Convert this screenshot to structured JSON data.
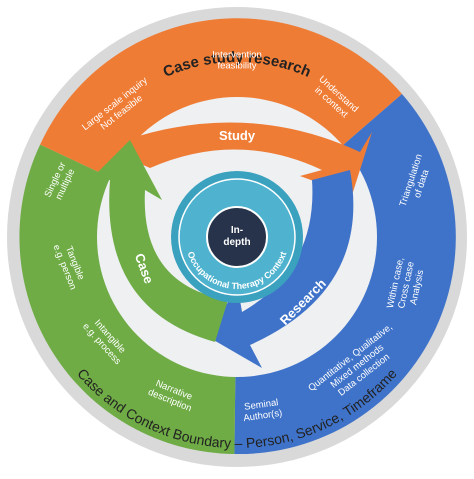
{
  "colors": {
    "outer": "#d9d9d9",
    "orange": "#ef7c35",
    "blue": "#3f73c9",
    "green": "#6fac46",
    "inner_gap": "#eef0f2",
    "ring_teal": "#3aa1be",
    "center": "#27334a"
  },
  "diagram": {
    "outer_title": "Case study research",
    "outer_bottom_label": "Case and Context Boundary – Person, Service, Timeframe",
    "segments": {
      "orange": [
        {
          "lines": [
            "Large scale inquiry",
            "Not feasible"
          ]
        },
        {
          "lines": [
            "Intervention",
            "feasibility"
          ]
        },
        {
          "lines": [
            "Understand",
            "in context"
          ]
        }
      ],
      "blue": [
        {
          "lines": [
            "Triangulation",
            "of data"
          ]
        },
        {
          "lines": [
            "Within case,",
            "Cross case",
            "Analysis"
          ]
        },
        {
          "lines": [
            "Quantitative, Qualitative,",
            "Mixed methods",
            "Data collection"
          ]
        },
        {
          "lines": [
            "Seminal",
            "Author(s)"
          ]
        }
      ],
      "green": [
        {
          "lines": [
            "Single or",
            "multiple"
          ]
        },
        {
          "lines": [
            "Tangible",
            "e.g. person"
          ]
        },
        {
          "lines": [
            "Intangible",
            "e.g. process"
          ]
        },
        {
          "lines": [
            "Narrative",
            "description"
          ]
        }
      ]
    },
    "arrows": {
      "study": "Study",
      "case": "Case",
      "research": "Research"
    },
    "ring_label": "Occupational Therapy Context",
    "center_lines": [
      "In-",
      "depth"
    ]
  }
}
